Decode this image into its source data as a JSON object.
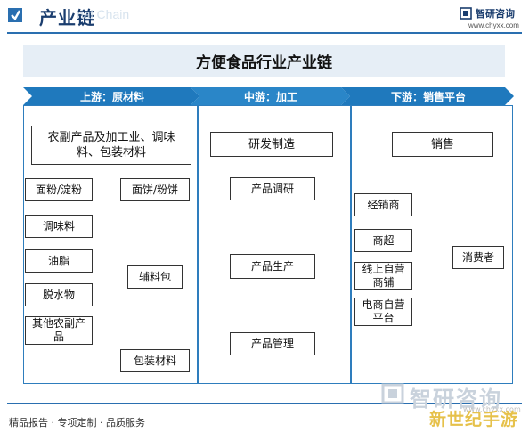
{
  "header": {
    "title": "产业链",
    "watermark": "rial Chain",
    "brand_name": "智研咨询",
    "brand_url": "www.chyxx.com"
  },
  "main_title": "方便食品行业产业链",
  "sections": {
    "upstream": "上游：原材料",
    "midstream": "中游：加工",
    "downstream": "下游：销售平台"
  },
  "upstream": {
    "head": "农副产品及加工业、调味料、包装材料",
    "flour_starch": "面粉/淀粉",
    "noodles": "面饼/粉饼",
    "seasoning": "调味料",
    "oil": "油脂",
    "dehydrated": "脱水物",
    "other_agri": "其他农副产品",
    "seasoning_pack": "辅料包",
    "packaging": "包装材料"
  },
  "midstream": {
    "head": "研发制造",
    "research": "产品调研",
    "production": "产品生产",
    "management": "产品管理"
  },
  "downstream": {
    "head": "销售",
    "dealer": "经销商",
    "supermarket": "商超",
    "offline_store": "线上自营商铺",
    "ecommerce": "电商自营平台",
    "consumer": "消费者"
  },
  "footer": {
    "text": "精品报告 · 专项定制 · 品质服务",
    "watermark_name": "智研咨询",
    "watermark_url": "www.chyxx.com",
    "corner_watermark": "新世纪手游"
  },
  "colors": {
    "band": "#1f79bd",
    "band_light": "#5aa3d8",
    "panel_border": "#2e7dbd",
    "arrow_blue": "#3b7fc4",
    "title_bg": "#e6eef6"
  }
}
